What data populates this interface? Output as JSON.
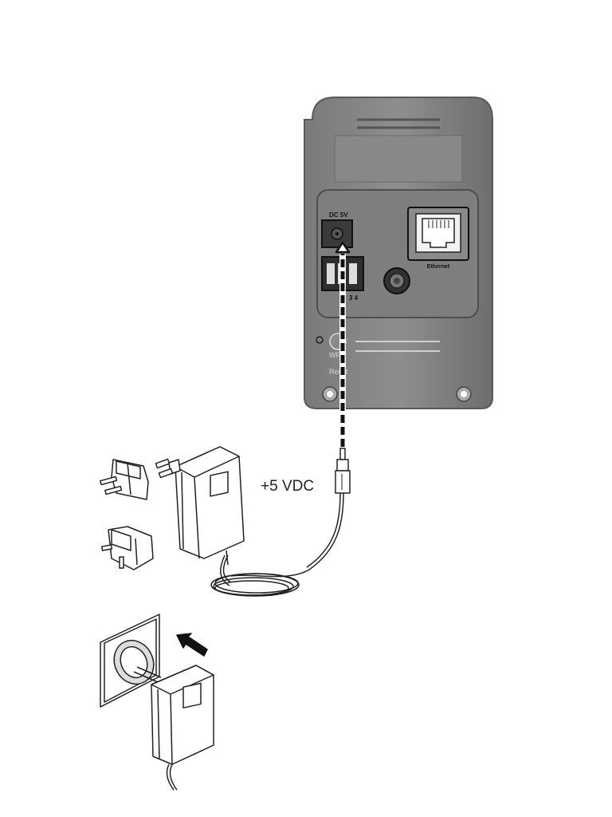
{
  "device": {
    "dc_label": "DC 5V",
    "terminal_numbers": "3 4",
    "ethernet_label": "Ethernet",
    "wps_label": "WPS",
    "reset_label": "Reset"
  },
  "power_label": "+5 VDC",
  "icons": {
    "plug_adapter": "plug-adapter-icon",
    "power_adapter": "power-adapter-icon",
    "wall_socket": "wall-socket-icon",
    "insert_arrow": "arrow-icon"
  }
}
